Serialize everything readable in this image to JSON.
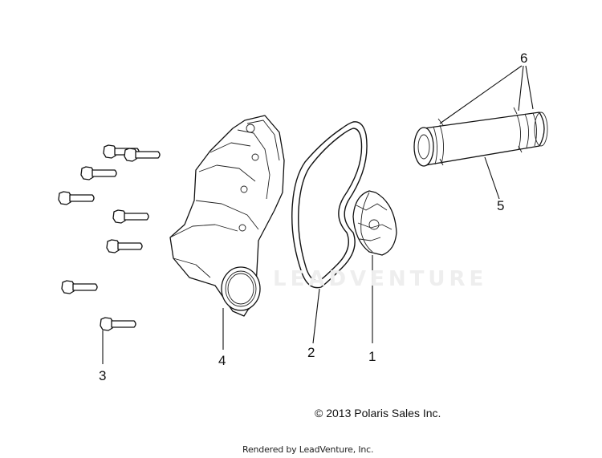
{
  "watermark": "LEADVENTURE",
  "callouts": [
    {
      "id": "1",
      "label": "1"
    },
    {
      "id": "2",
      "label": "2"
    },
    {
      "id": "3",
      "label": "3"
    },
    {
      "id": "4",
      "label": "4"
    },
    {
      "id": "5",
      "label": "5"
    },
    {
      "id": "6",
      "label": "6"
    }
  ],
  "copyright": "© 2013 Polaris Sales Inc.",
  "rendered_by": "Rendered by LeadVenture, Inc."
}
